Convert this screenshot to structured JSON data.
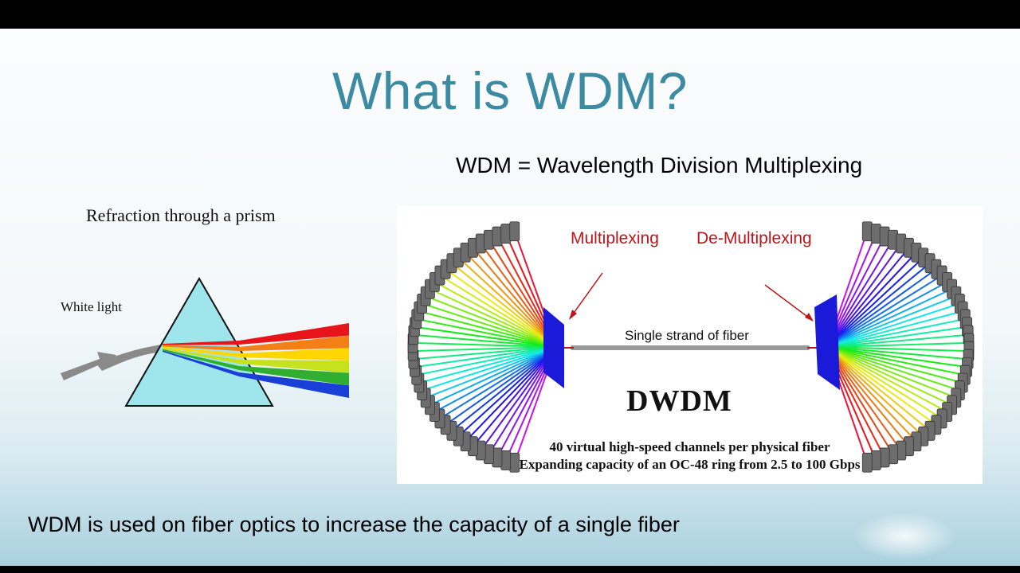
{
  "slide": {
    "title": "What is WDM?",
    "subtitle": "WDM = Wavelength Division Multiplexing",
    "footer": "WDM is used on fiber optics to increase the capacity of a single fiber"
  },
  "prism_diagram": {
    "caption": "Refraction through a prism",
    "input_label": "White light",
    "spectrum_colors": [
      "#e8141c",
      "#f57f17",
      "#ffd600",
      "#c6e21c",
      "#2fae2f",
      "#1a3fd6"
    ]
  },
  "dwdm_diagram": {
    "mux_label": "Multiplexing",
    "demux_label": "De-Multiplexing",
    "fiber_label": "Single strand of fiber",
    "heading": "DWDM",
    "note_line1": "40 virtual high-speed channels per physical fiber",
    "note_line2": "Expanding capacity of an OC-48 ring from 2.5 to 100 Gbps",
    "channel_count_per_side": 40,
    "accent_color": "#c0141c",
    "mux_color": "#1a1ad8"
  }
}
